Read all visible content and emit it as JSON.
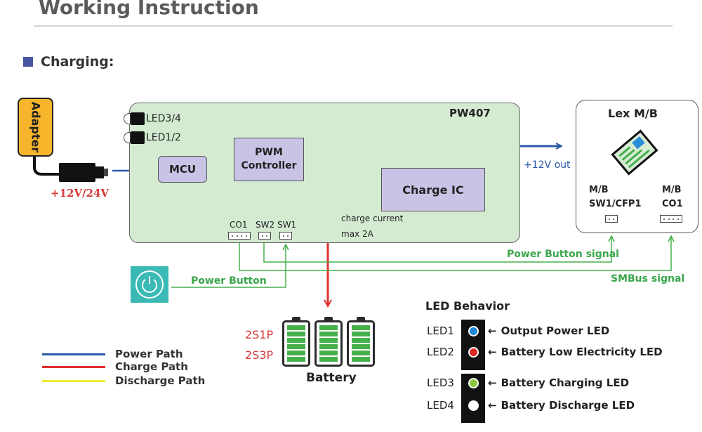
{
  "header": {
    "title": "Working Instruction",
    "section": "Charging:"
  },
  "adapter": {
    "label": "Adapter",
    "voltage": "+12V/24V"
  },
  "board": {
    "name": "PW407",
    "led_top": "LED3/4",
    "led_bottom": "LED1/2",
    "mcu": "MCU",
    "pwm_line1": "PWM",
    "pwm_line2": "Controller",
    "charge_ic": "Charge IC",
    "charge_current": "charge current",
    "max_current": "max 2A",
    "connectors": [
      "CO1",
      "SW2",
      "SW1"
    ]
  },
  "lex": {
    "title": "Lex M/B",
    "out_label": "+12V out",
    "left_mb": "M/B",
    "left_port": "SW1/CFP1",
    "right_mb": "M/B",
    "right_port": "CO1"
  },
  "signals": {
    "power_button_signal": "Power Button signal",
    "smbus_signal": "SMBus signal",
    "power_button": "Power Button"
  },
  "battery": {
    "config1": "2S1P",
    "config2": "2S3P",
    "label": "Battery"
  },
  "legend": [
    {
      "label": "Power Path",
      "color": "#2b58a8"
    },
    {
      "label": "Charge Path",
      "color": "#e03030"
    },
    {
      "label": "Discharge Path",
      "color": "#ecec2c"
    }
  ],
  "led_behavior": {
    "title": "LED Behavior",
    "items": [
      {
        "name": "LED1",
        "color": "#1f88d8",
        "desc": "Output Power LED"
      },
      {
        "name": "LED2",
        "color": "#e02424",
        "desc": "Battery Low Electricity LED"
      },
      {
        "name": "LED3",
        "color": "#8cc63e",
        "desc": "Battery Charging LED"
      },
      {
        "name": "LED4",
        "color": "#ffffff",
        "desc": "Battery Discharge LED"
      }
    ],
    "arrow": "←"
  },
  "colors": {
    "power_path": "#2b58a8",
    "charge_path": "#e03030",
    "signal": "#45b04c"
  }
}
